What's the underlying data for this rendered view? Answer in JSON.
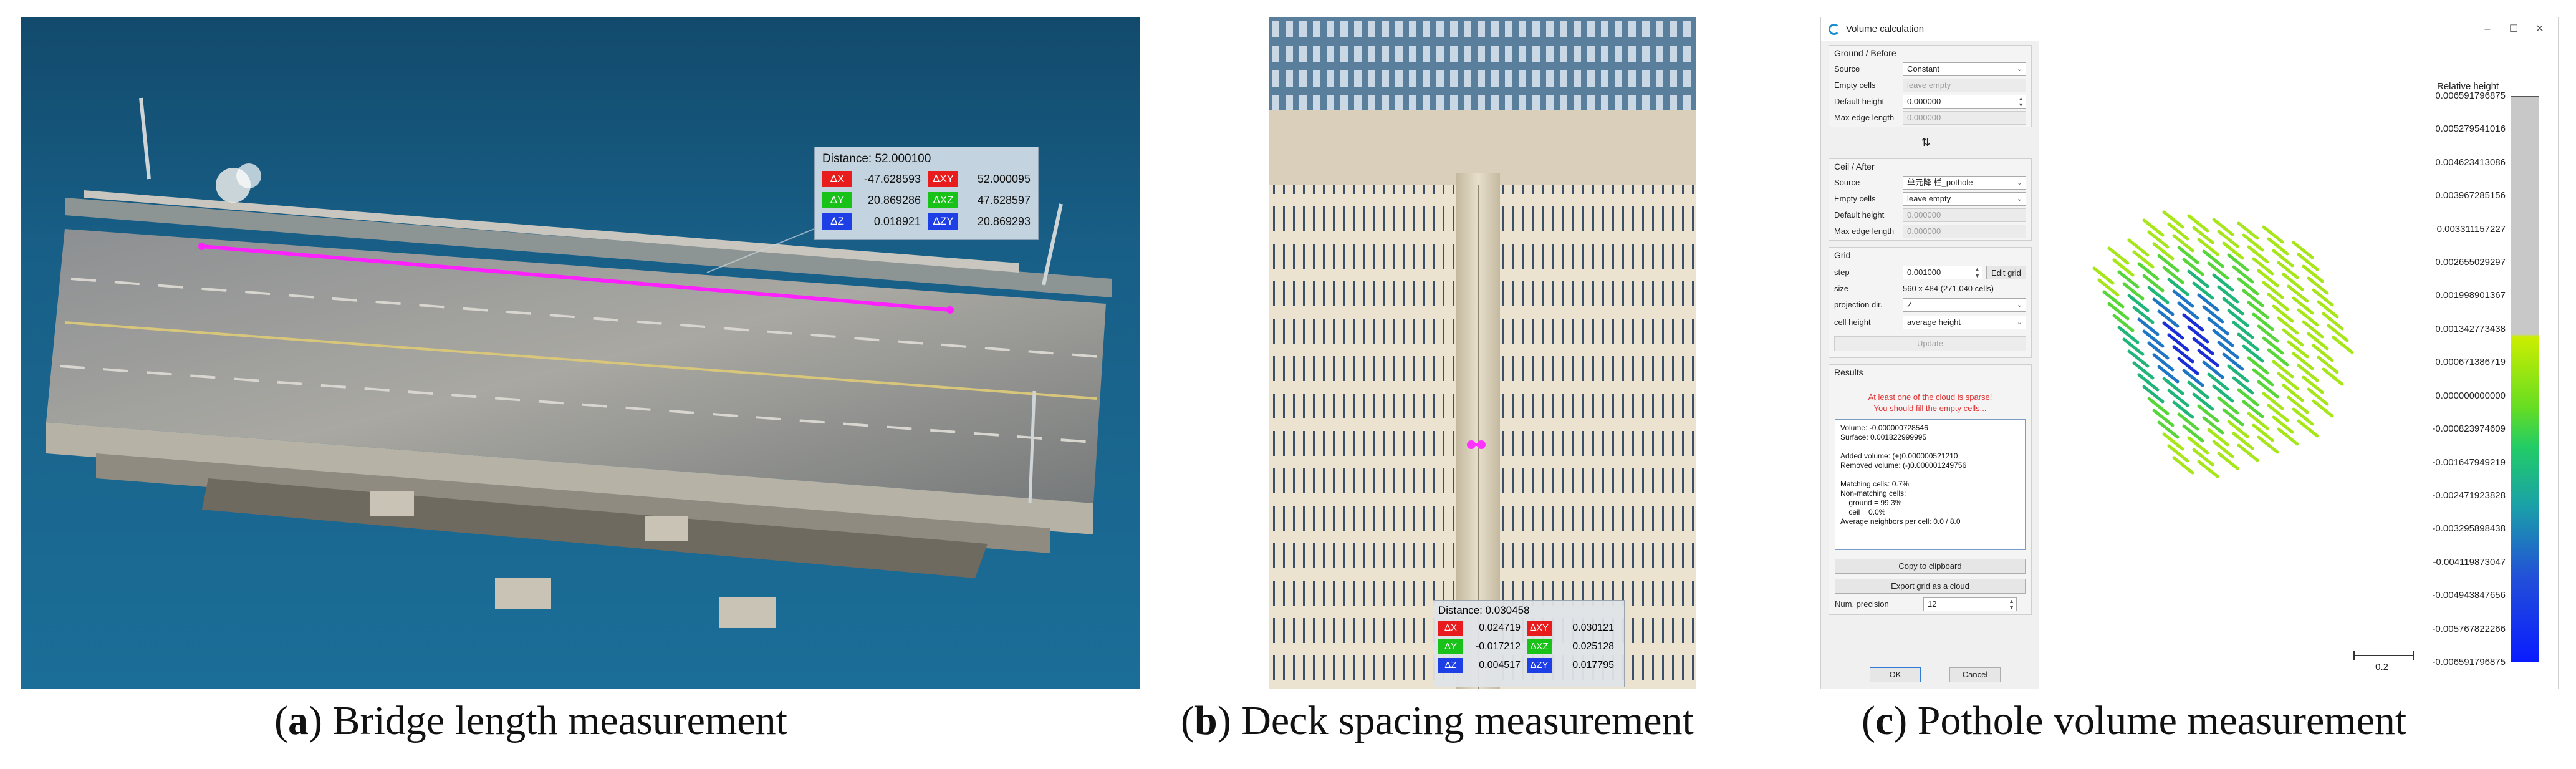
{
  "panel_a": {
    "measurement": {
      "title": "Distance: 52.000100",
      "rows": [
        {
          "l1": "ΔX",
          "v1": "-47.628593",
          "l2": "ΔXY",
          "v2": "52.000095"
        },
        {
          "l1": "ΔY",
          "v1": "20.869286",
          "l2": "ΔXZ",
          "v2": "47.628597"
        },
        {
          "l1": "ΔZ",
          "v1": "0.018921",
          "l2": "ΔZY",
          "v2": "20.869293"
        }
      ]
    },
    "caption": {
      "letter": "a",
      "text": " Bridge length measurement"
    }
  },
  "panel_b": {
    "measurement": {
      "title": "Distance: 0.030458",
      "rows": [
        {
          "l1": "ΔX",
          "v1": "0.024719",
          "l2": "ΔXY",
          "v2": "0.030121"
        },
        {
          "l1": "ΔY",
          "v1": "-0.017212",
          "l2": "ΔXZ",
          "v2": "0.025128"
        },
        {
          "l1": "ΔZ",
          "v1": "0.004517",
          "l2": "ΔZY",
          "v2": "0.017795"
        }
      ]
    },
    "caption": {
      "letter": "b",
      "text": " Deck spacing measurement"
    }
  },
  "panel_c": {
    "window_title": "Volume calculation",
    "ground": {
      "title": "Ground / Before",
      "source_label": "Source",
      "source_value": "Constant",
      "empty_label": "Empty cells",
      "empty_value": "leave empty",
      "default_label": "Default height",
      "default_value": "0.000000",
      "maxedge_label": "Max edge length",
      "maxedge_value": "0.000000"
    },
    "swap_icon": "⇅",
    "ceil": {
      "title": "Ceil / After",
      "source_label": "Source",
      "source_value": "单元降 栏_pothole",
      "empty_label": "Empty cells",
      "empty_value": "leave empty",
      "default_label": "Default height",
      "default_value": "0.000000",
      "maxedge_label": "Max edge length",
      "maxedge_value": "0.000000"
    },
    "grid": {
      "title": "Grid",
      "step_label": "step",
      "step_value": "0.001000",
      "edit_grid": "Edit grid",
      "size_label": "size",
      "size_value": "560 x 484 (271,040 cells)",
      "proj_label": "projection dir.",
      "proj_value": "Z",
      "cellh_label": "cell height",
      "cellh_value": "average height",
      "update": "Update"
    },
    "results": {
      "title": "Results",
      "warning1": "At least one of the cloud is sparse!",
      "warning2": "You should fill the empty cells...",
      "report": "Volume: -0.000000728546\nSurface: 0.001822999995\n\nAdded volume: (+)0.000000521210\nRemoved volume: (-)0.000001249756\n\nMatching cells: 0.7%\nNon-matching cells:\n    ground = 99.3%\n    ceil = 0.0%\nAverage neighbors per cell: 0.0 / 8.0",
      "copy": "Copy to clipboard",
      "export": "Export grid as a cloud",
      "num_label": "Num. precision",
      "num_value": "12"
    },
    "ok": "OK",
    "cancel": "Cancel",
    "colorbar": {
      "title": "Relative height",
      "ticks": [
        "0.006591796875",
        "0.005279541016",
        "0.004623413086",
        "0.003967285156",
        "0.003311157227",
        "0.002655029297",
        "0.001998901367",
        "0.001342773438",
        "0.000671386719",
        "0.000000000000",
        "-0.000823974609",
        "-0.001647949219",
        "-0.002471923828",
        "-0.003295898438",
        "-0.004119873047",
        "-0.004943847656",
        "-0.005767822266",
        "-0.006591796875"
      ],
      "scale_value": "0.2"
    },
    "caption": {
      "letter": "c",
      "text": " Pothole volume measurement"
    }
  }
}
